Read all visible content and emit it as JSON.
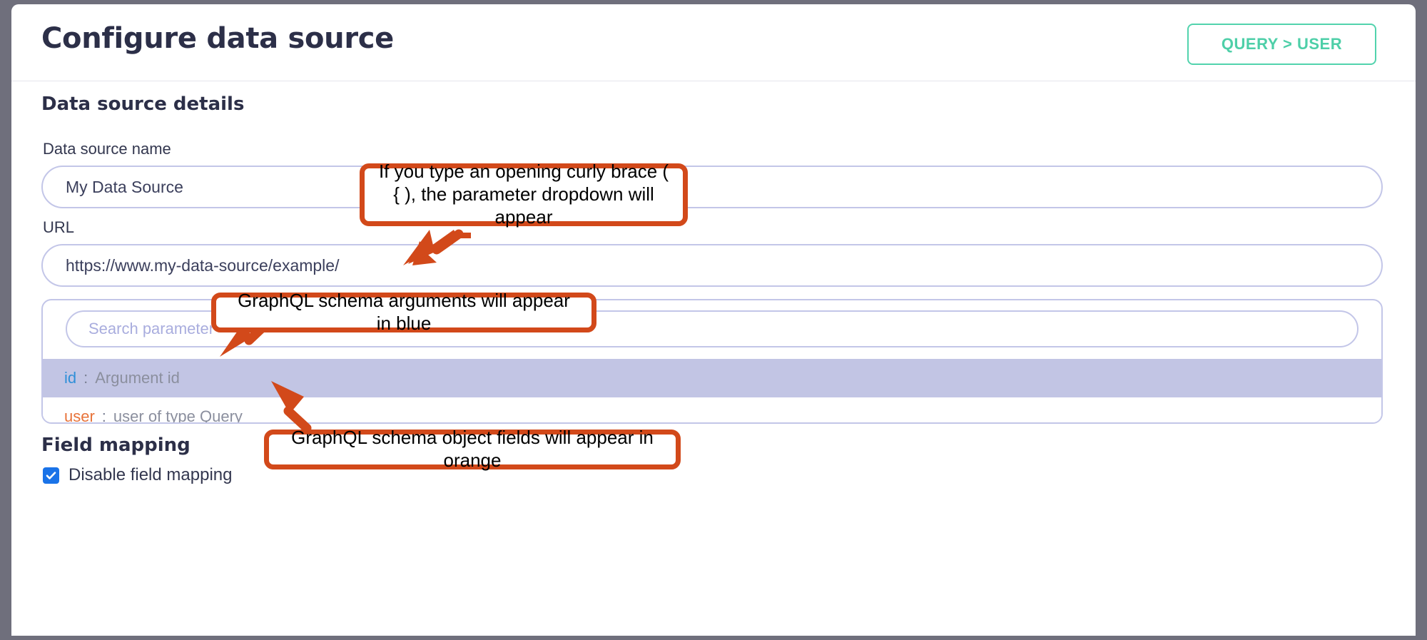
{
  "header": {
    "title": "Configure data source",
    "query_button_label": "QUERY > USER"
  },
  "sections": {
    "data_source_details_heading": "Data source details",
    "field_mapping_heading": "Field mapping"
  },
  "form": {
    "name_label": "Data source name",
    "name_value": "My Data Source",
    "url_label": "URL",
    "url_value": "https://www.my-data-source/example/"
  },
  "parameter_dropdown": {
    "search_placeholder": "Search parameter",
    "rows": [
      {
        "key": "id",
        "key_color": "#2f8fd8",
        "separator": ":",
        "description": "Argument id",
        "highlighted": true
      },
      {
        "key": "user",
        "key_color": "#e8733a",
        "separator": ":",
        "description": "user of type Query",
        "highlighted": false
      }
    ]
  },
  "field_mapping": {
    "checkbox_label": "Disable field mapping",
    "checkbox_checked": true,
    "checkbox_color": "#1a73e8"
  },
  "annotations": [
    {
      "id": "callout-1",
      "text": "If you type an opening curly brace ( { ), the parameter dropdown will appear"
    },
    {
      "id": "callout-2",
      "text": "GraphQL schema arguments will appear in blue"
    },
    {
      "id": "callout-3",
      "text": "GraphQL schema object fields will appear in orange"
    }
  ],
  "colors": {
    "annotation": "#d2491a",
    "accent_teal": "#52d3ad",
    "input_border": "#c3c6e8",
    "row_highlight": "#c2c5e4",
    "title": "#2c2f48",
    "frame": "#6f6f7c"
  }
}
